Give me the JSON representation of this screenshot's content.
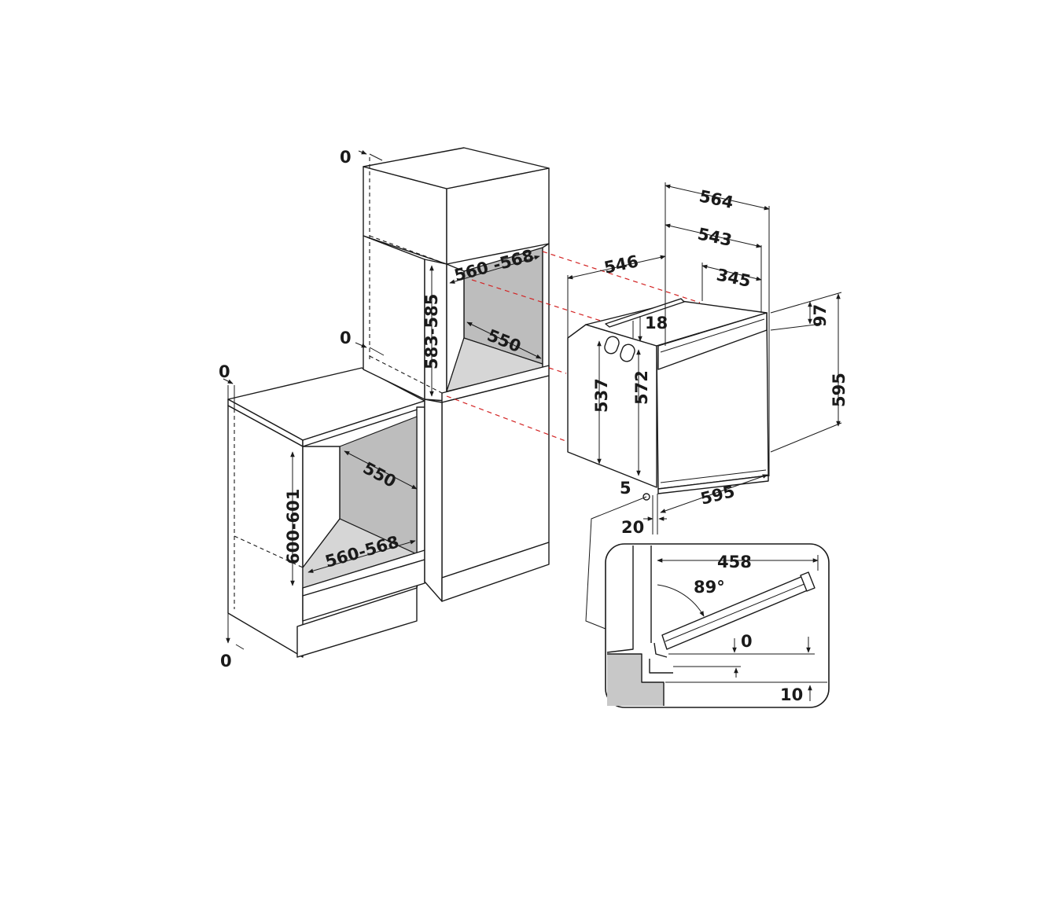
{
  "labels": {
    "left_top_zero": "0",
    "left_bottom_zero": "0",
    "left_height": "600-601",
    "left_depth": "550",
    "left_width": "560-568",
    "tall_top_zero": "0",
    "tall_mid_zero": "0",
    "tall_height": "583-585",
    "tall_width": "560 -568",
    "tall_depth": "550",
    "oven_total_depth": "564",
    "oven_body_depth": "543",
    "oven_rear_depth": "345",
    "oven_side_depth": "546",
    "oven_front_offset": "18",
    "oven_panel_height": "97",
    "oven_body_height_a": "537",
    "oven_body_height_b": "572",
    "oven_total_height": "595",
    "oven_total_width": "595",
    "oven_gap": "5",
    "oven_door_thickness": "20",
    "detail_door_length": "458",
    "detail_angle": "89°",
    "detail_zero": "0",
    "detail_clearance": "10"
  }
}
